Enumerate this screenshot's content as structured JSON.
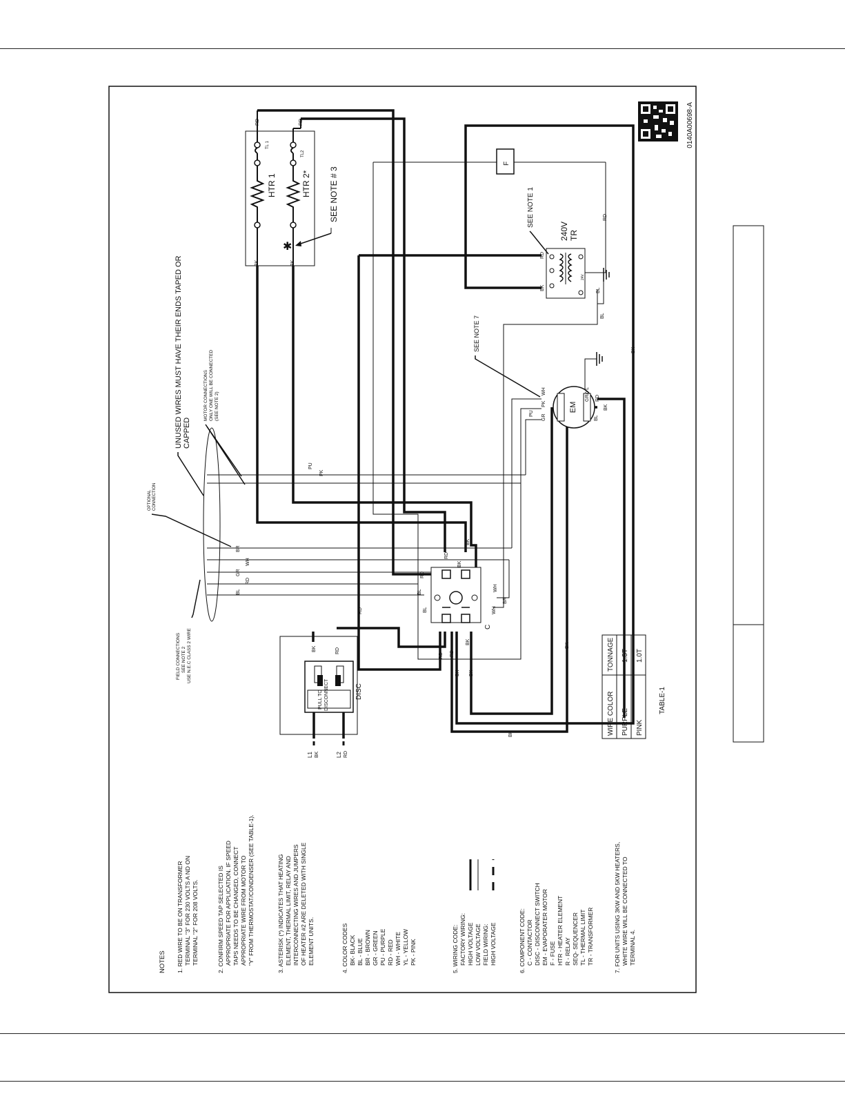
{
  "diagram": {
    "part_number": "0140A00698-A",
    "notes_title": "NOTES",
    "notes": [
      [
        "1. RED WIRE TO BE ON TRANSFORMER",
        "TERMINAL \"3\" FOR 230 VOLTS A ND ON",
        "TERMINAL \"2\" FOR 208 VOLTS."
      ],
      [
        "2. CONFIRM SPEED TAP SELECTED IS",
        "APPROPRIATE FOR APPLICATION. IF SPEED",
        "TAPS NEEDS TO BE CHANGED, CONNECT",
        "APPROPRIATE WIRE FROM MOTOR TO",
        "\"Y\" FROM THERMOSTAT/CONDENSER  (SEE TABLE-1)."
      ],
      [
        "3. ASTERISK (*) INDICATES THAT HEATING",
        "ELEMENT, THERMAL LIMIT, RELAY AND",
        "INTERCONNECTING WIRES AND JUMPERS",
        "OF HEATER #2 ARE DELETED WITH SINGLE",
        "ELEMENT UNITS."
      ],
      [
        "4. COLOR CODES",
        "BK- BLACK",
        "BL - BLUE",
        "BR - BROWN",
        "GR - GREEN",
        "PU - PURPLE",
        "RD - RED",
        "WH - WHITE",
        "YL - YELLOW",
        "PK - PINK"
      ],
      [
        "5. WIRING CODE:",
        "FACTORY WIRING:",
        "HIGH VOLTAGE",
        "LOW VOLTAGE",
        "FIELD WIRING:",
        "HIGH VOLTAGE"
      ],
      [
        "6. COMPONENT CODE:",
        "C -      CONTACTOR",
        "DISC -  DISCONNECT SWITCH",
        "EM -    EVAPORATER MOTOR",
        "F -      FUSE",
        "HTR -  HEATER ELEMENT",
        "R -      RELAY",
        "SEQ-   SEQUENCER",
        "TL -    THERMAL LIMIT",
        "TR -    TRANSFORMER"
      ],
      [
        "7. FOR UNITS USING 3KW AND 5KW HEATERS,",
        "WHITE WIRE WILL  BE CONNECTED TO",
        "TERMINAL 4."
      ]
    ],
    "table": {
      "caption": "TABLE-1",
      "headers": [
        "WIRE COLOR",
        "TONNAGE"
      ],
      "rows": [
        [
          "PURPLE",
          "1.5T"
        ],
        [
          "PINK",
          "1.0T"
        ]
      ]
    },
    "labels": {
      "unused_wires_1": "UNUSED WIRES MUST HAVE THEIR ENDS TAPED OR",
      "unused_wires_2": "CAPPED",
      "optional_1": "OPTIONAL",
      "optional_2": "CONNECTION",
      "motor_conn_1": "MOTOR CONNECTIONS",
      "motor_conn_2": "ONLY ONE WILL BE CONNECTED",
      "motor_conn_3": "(SEE NOTE 2)",
      "field_1": "FIELD CONNECTIONS",
      "field_2": "SEE NOTE 2",
      "field_3": "USE N.E.C CLASS 2 WIRE",
      "see_note_3": "SEE NOTE # 3",
      "see_note_1": "SEE NOTE 1",
      "see_note_7": "SEE NOTE 7",
      "htr1": "HTR 1",
      "htr2": "HTR 2*",
      "tl1": "TL 1",
      "tl2": "TL2",
      "tr_voltage": "240V",
      "tr": "TR",
      "tr_24v": "24V",
      "fuse": "F",
      "em": "EM",
      "contactor": "C",
      "disc": "DISC",
      "disc_pull": "PULL TO",
      "disc_disconnect": "DISCONNECT",
      "l1": "L1",
      "l2": "L2",
      "asterisk": "✱"
    },
    "wire_tags": {
      "bk": "BK",
      "rd": "RD",
      "bl": "BL",
      "gr": "GR",
      "wh": "WH",
      "br": "BR",
      "pu": "PU",
      "pk": "PK",
      "gryl": "GR/YL"
    }
  }
}
